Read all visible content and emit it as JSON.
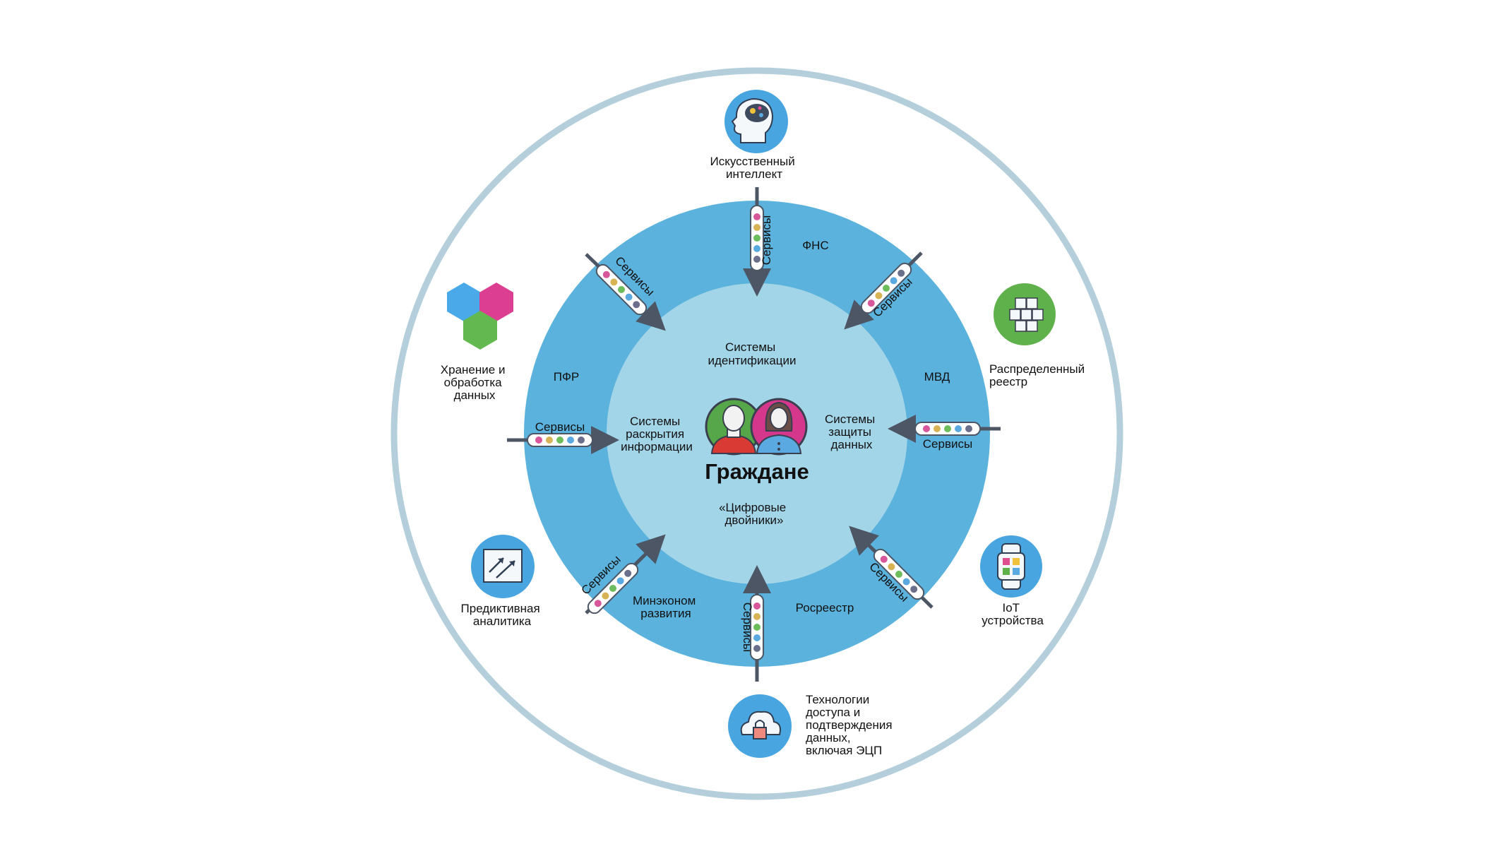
{
  "center": {
    "title": "Граждане",
    "systems_identification": [
      "Системы",
      "идентификации"
    ],
    "systems_disclosure": [
      "Системы",
      "раскрытия",
      "информации"
    ],
    "systems_protection": [
      "Системы",
      "защиты",
      "данных"
    ],
    "digital_twins": [
      "«Цифровые",
      "двойники»"
    ]
  },
  "agencies": {
    "fns": "ФНС",
    "mvd": "МВД",
    "pfr": "ПФР",
    "rosreestr": "Росреестр",
    "mineconom": [
      "Минэконом",
      "развития"
    ]
  },
  "services_label": "Сервисы",
  "technologies": {
    "ai": [
      "Искусственный",
      "интеллект"
    ],
    "storage": [
      "Хранение и",
      "обработка",
      "данных"
    ],
    "ledger": [
      "Распределенный",
      "реестр"
    ],
    "analytics": [
      "Предиктивная",
      "аналитика"
    ],
    "iot": [
      "IoT",
      "устройства"
    ],
    "access": [
      "Технологии",
      "доступа и",
      "подтверждения",
      "данных,",
      "включая ЭЦП"
    ]
  },
  "colors": {
    "outer_ring": "#b4cfdb",
    "middle_ring": "#5bb2dd",
    "inner_circle": "#a3d5e8",
    "arrow": "#4d5665",
    "pill_dots": [
      "#d8579b",
      "#d8b356",
      "#6dbd5c",
      "#5aa9e0",
      "#6a6f8c"
    ],
    "icon_blue": "#49a5df",
    "icon_green": "#5fb14b",
    "hex_blue": "#4aa9e8",
    "hex_pink": "#dc3f91",
    "hex_green": "#63b94f",
    "male_avatar": "#56a64a",
    "female_avatar": "#d4378c"
  }
}
